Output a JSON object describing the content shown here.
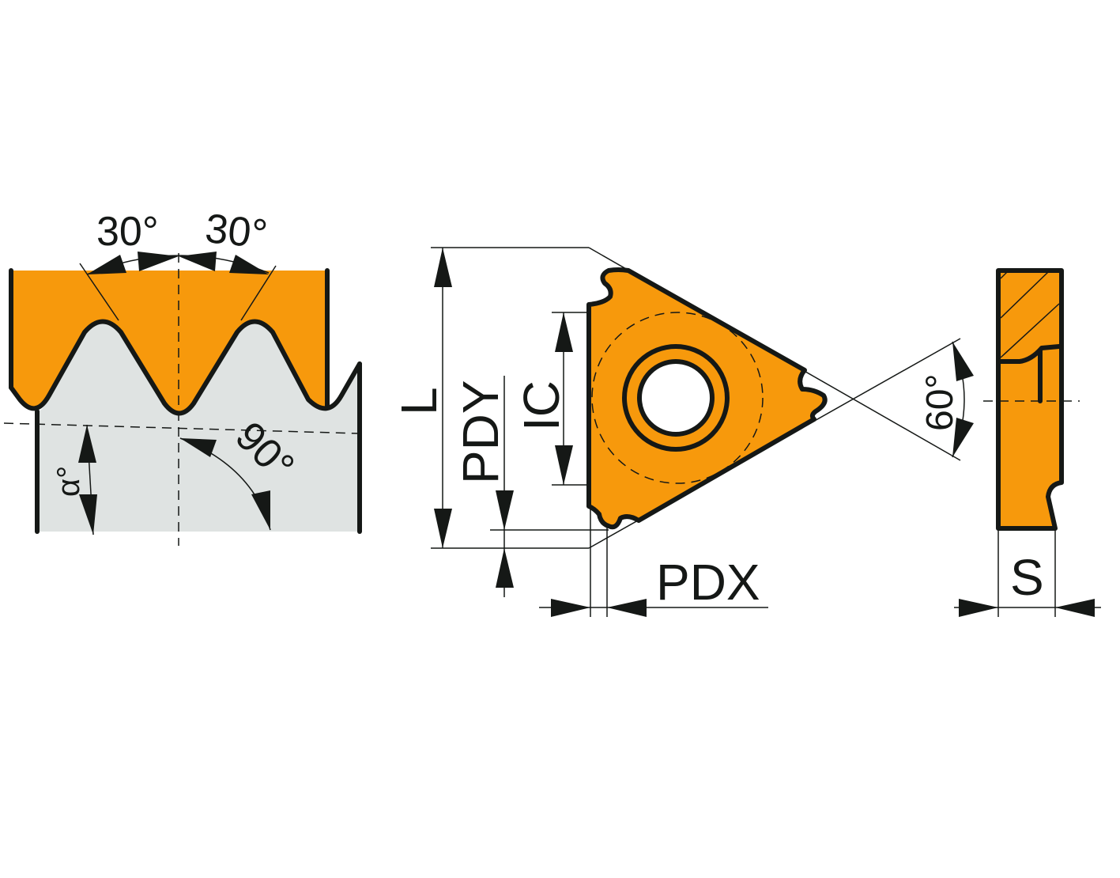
{
  "colors": {
    "insert": "#F7990C",
    "workpiece": "#DFE3E2",
    "line": "#151816"
  },
  "thread_view": {
    "angle_left": "30°",
    "angle_right": "30°",
    "angle_perpendicular": "90°",
    "inclination": "α°"
  },
  "insert_view": {
    "length_label": "L",
    "pdy_label": "PDY",
    "ic_label": "IC",
    "pdx_label": "PDX",
    "tip_angle": "60°"
  },
  "side_view": {
    "thickness_label": "S"
  }
}
